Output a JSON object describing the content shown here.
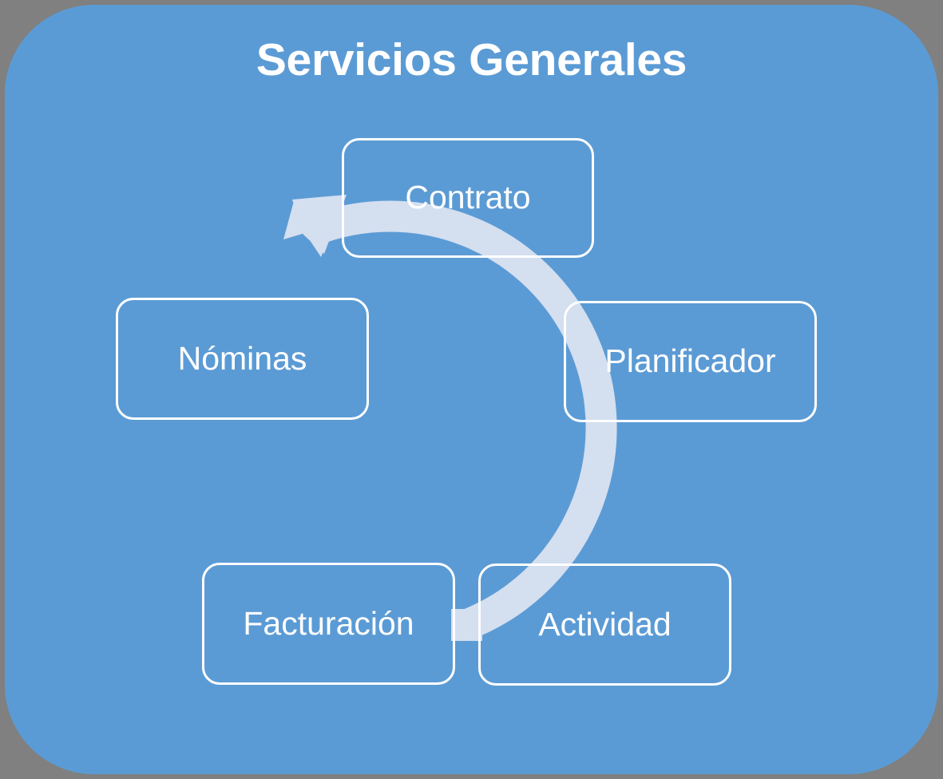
{
  "slide": {
    "title": "Servicios Generales",
    "background_color": "#5b9bd5",
    "outer_color": "#808080",
    "text_color": "#ffffff",
    "ring_color": "#d4dff0"
  },
  "diagram": {
    "type": "cycle",
    "direction": "clockwise",
    "arrow_icon": "cycle-arrow-icon",
    "nodes": [
      {
        "id": "contrato",
        "label": "Contrato"
      },
      {
        "id": "planificador",
        "label": "Planificador"
      },
      {
        "id": "actividad",
        "label": "Actividad"
      },
      {
        "id": "facturacion",
        "label": "Facturación"
      },
      {
        "id": "nominas",
        "label": "Nóminas"
      }
    ]
  }
}
